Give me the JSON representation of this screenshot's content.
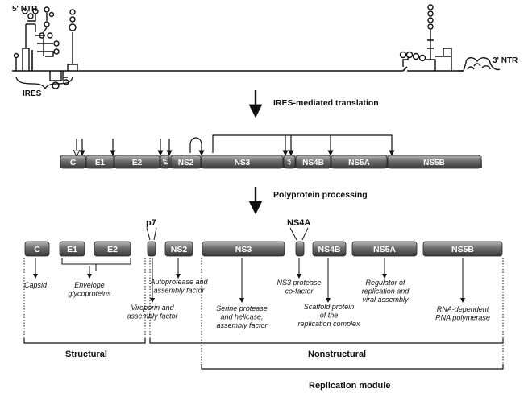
{
  "rna": {
    "ntr5": "5' NTR",
    "ntr3": "3' NTR",
    "ires": "IRES"
  },
  "steps": {
    "translation": "IRES-mediated translation",
    "processing": "Polyprotein processing"
  },
  "polyprotein": [
    {
      "id": "c",
      "label": "C"
    },
    {
      "id": "e1",
      "label": "E1"
    },
    {
      "id": "e2",
      "label": "E2"
    },
    {
      "id": "p7",
      "label": "p7"
    },
    {
      "id": "ns2",
      "label": "NS2"
    },
    {
      "id": "ns3",
      "label": "NS3"
    },
    {
      "id": "ns4a",
      "label": "4A"
    },
    {
      "id": "ns4b",
      "label": "NS4B"
    },
    {
      "id": "ns5a",
      "label": "NS5A"
    },
    {
      "id": "ns5b",
      "label": "NS5B"
    }
  ],
  "proteins": {
    "c": "C",
    "e1": "E1",
    "e2": "E2",
    "p7": "p7",
    "ns2": "NS2",
    "ns3": "NS3",
    "ns4a": "NS4A",
    "ns4b": "NS4B",
    "ns5a": "NS5A",
    "ns5b": "NS5B"
  },
  "functions": {
    "capsid": [
      "Capsid"
    ],
    "envelope": [
      "Envelope",
      "glycoproteins"
    ],
    "viroporin": [
      "Viroporin and",
      "assembly factor"
    ],
    "ns2": [
      "Autoprotease and",
      "assembly factor"
    ],
    "ns3": [
      "Serine protease",
      "and helicase,",
      "assembly factor"
    ],
    "ns4a": [
      "NS3 protease",
      "co-factor"
    ],
    "ns4b": [
      "Scaffold protein",
      "of the",
      "replication complex"
    ],
    "ns5a": [
      "Regulator of",
      "replication and",
      "viral assembly"
    ],
    "ns5b": [
      "RNA-dependent",
      "RNA polymerase"
    ]
  },
  "groups": {
    "structural": "Structural",
    "nonstructural": "Nonstructural",
    "replication": "Replication module"
  }
}
